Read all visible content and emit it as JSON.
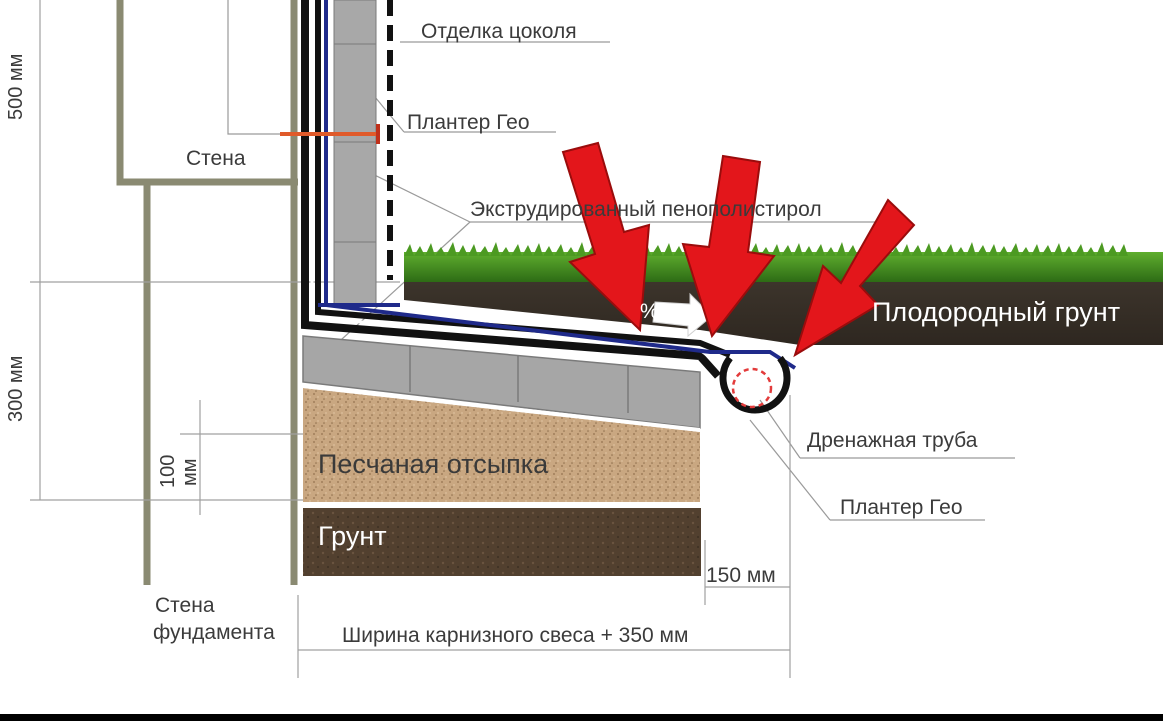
{
  "labels": {
    "otdelka": "Отделка цоколя",
    "planter_top": "Плантер Гео",
    "stena": "Стена",
    "ekstrud": "Экструдированный пенополистирол",
    "plodorod": "Плодородный грунт",
    "drenazh": "Дренажная труба",
    "planter_bottom": "Плантер Гео",
    "pesok": "Песчаная отсыпка",
    "grunt": "Грунт",
    "stena_fundamenta_1": "Стена",
    "stena_fundamenta_2": "фундамента",
    "dim_500": "500 мм",
    "dim_300": "300 мм",
    "dim_100_a": "100",
    "dim_100_b": "мм",
    "dim_150": "150 мм",
    "dim_width": "Ширина карнизного свеса + 350 мм",
    "slope": "%"
  },
  "colors": {
    "wall": "#8a8a72",
    "membrane_blue": "#1f2a8a",
    "insulation_block": "#a9a9a9",
    "arrow_red": "#e3161b",
    "grass": "#3e8a1c",
    "soil": "#3a3129",
    "sand": "#c7a47e",
    "dark_ground": "#4e3c2c"
  }
}
